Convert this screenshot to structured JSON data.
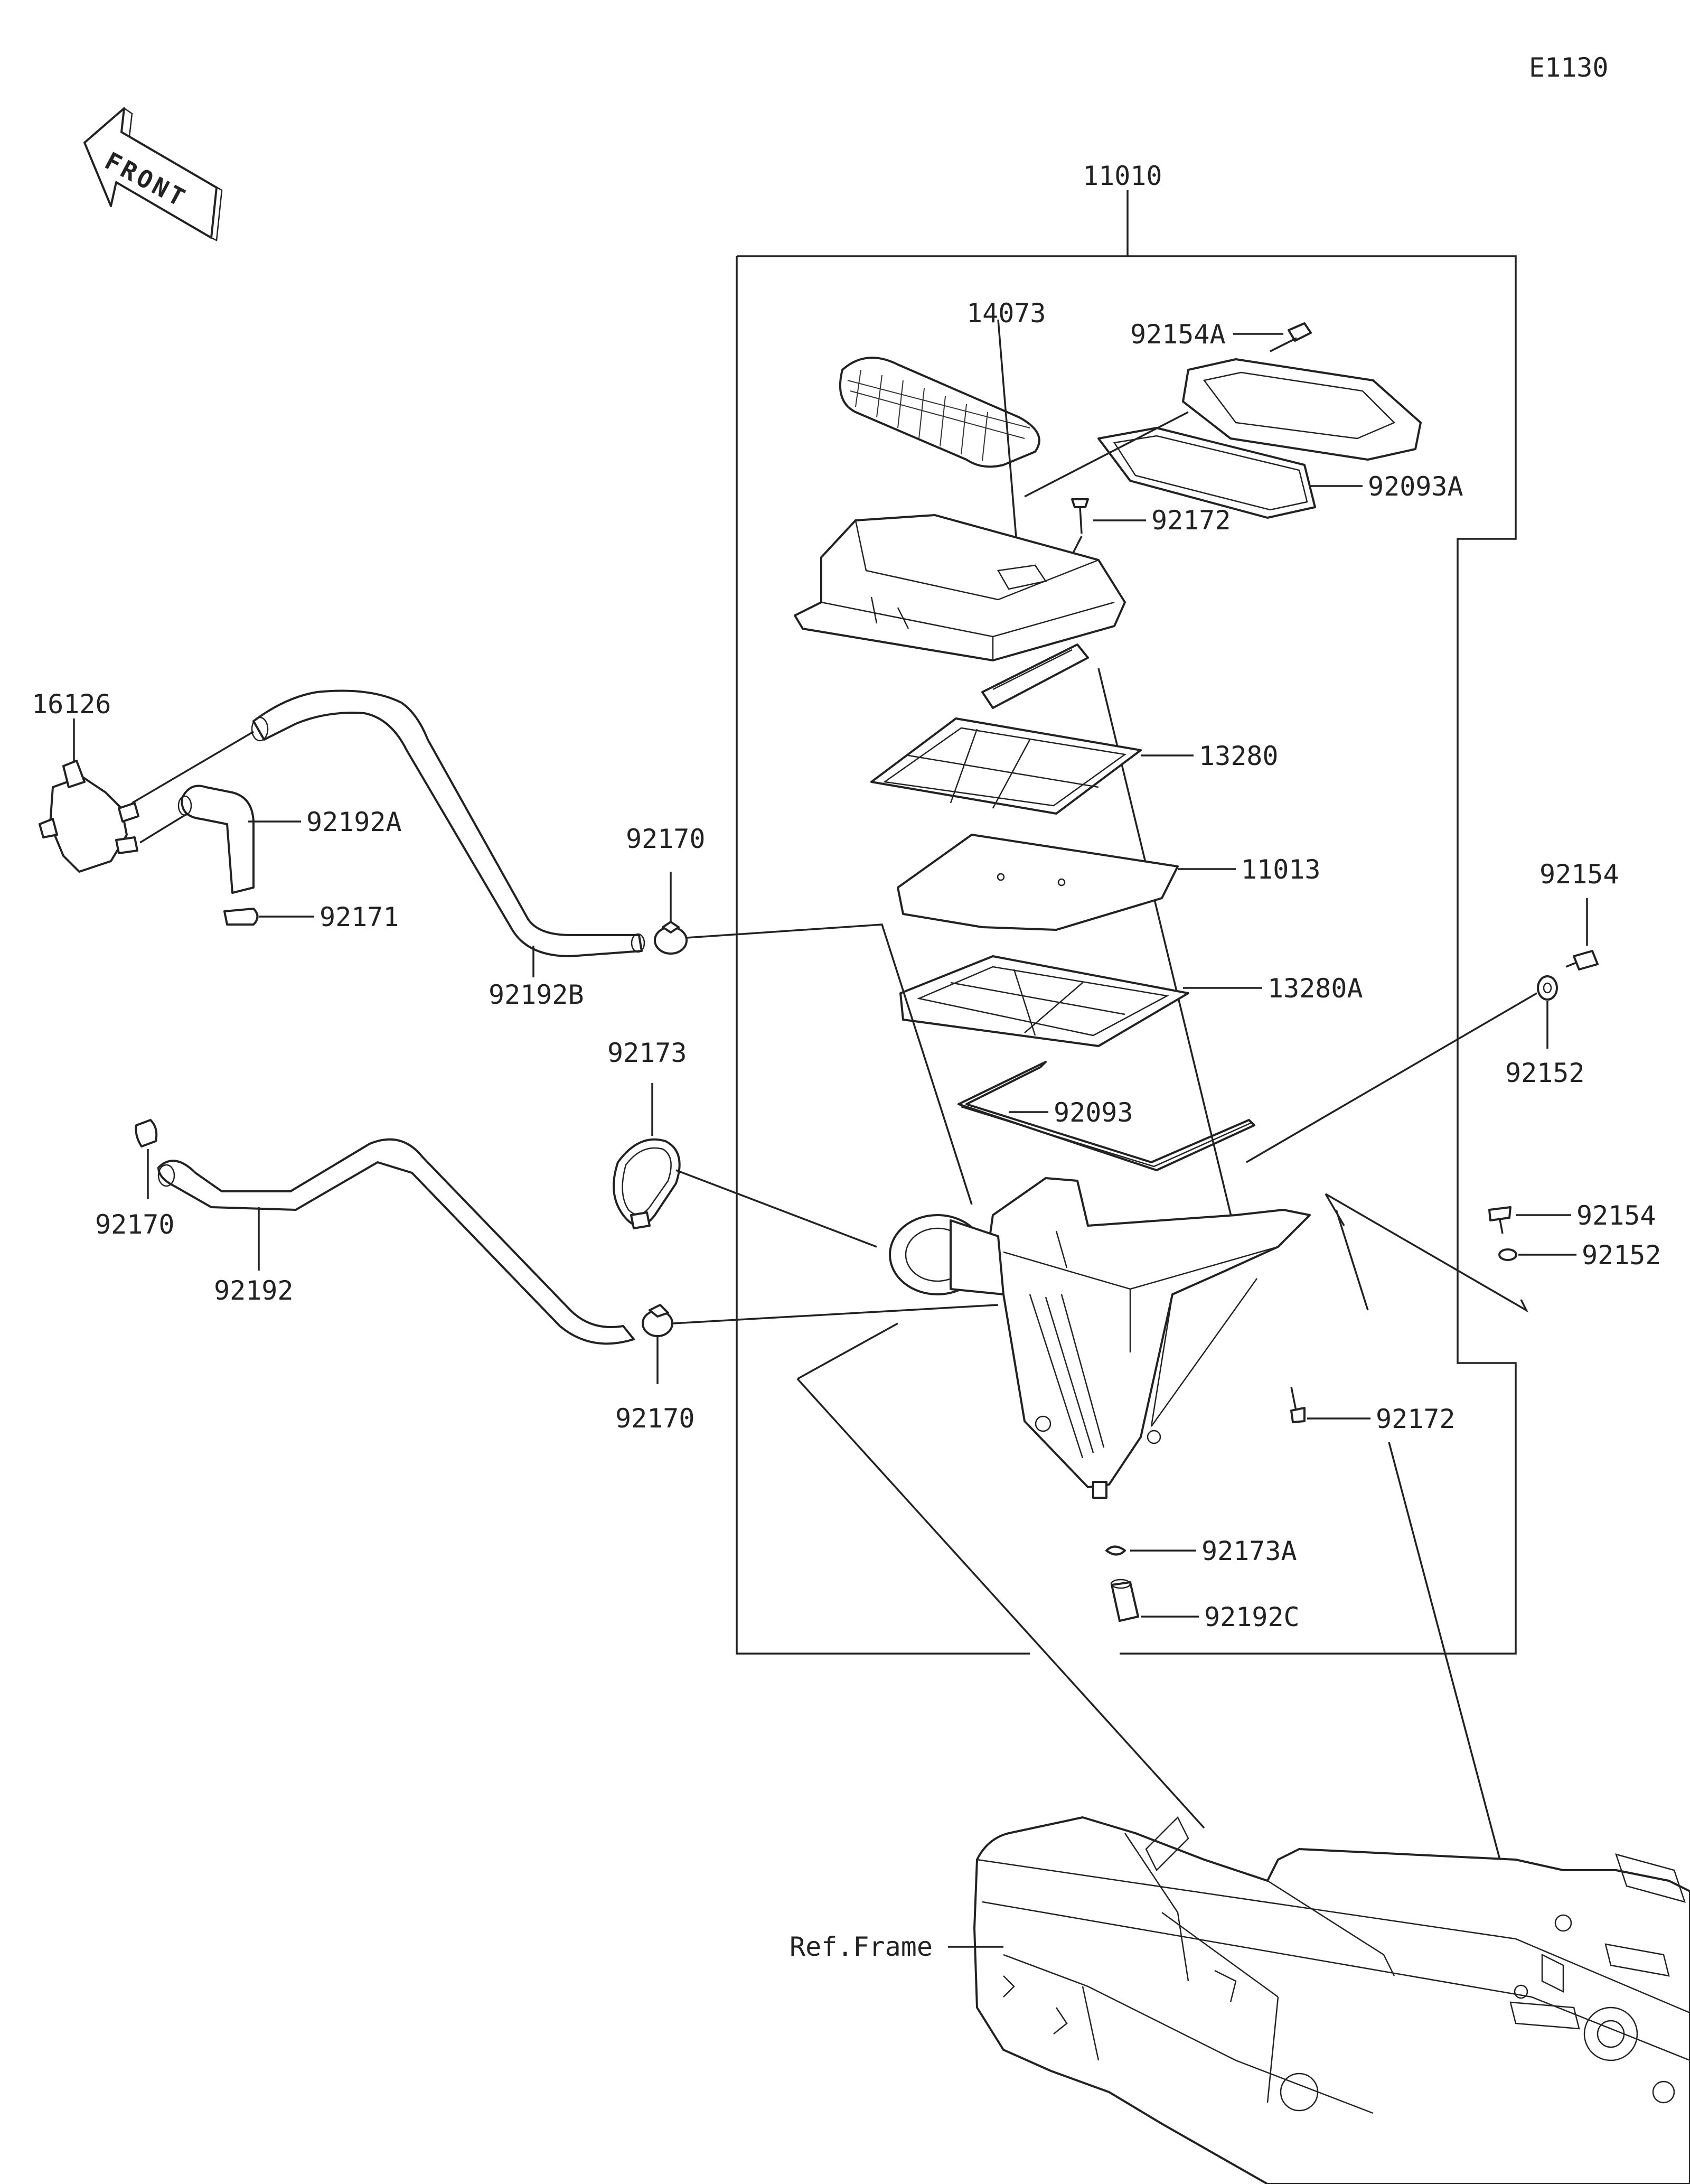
{
  "diagram": {
    "page_code": "E1130",
    "front_label": "FRONT",
    "ref_frame_label": "Ref.Frame",
    "assembly_number": "11010",
    "parts": [
      {
        "id": "p14073",
        "number": "14073"
      },
      {
        "id": "p92154A",
        "number": "92154A"
      },
      {
        "id": "p92093A",
        "number": "92093A"
      },
      {
        "id": "p92172_top",
        "number": "92172"
      },
      {
        "id": "p13280",
        "number": "13280"
      },
      {
        "id": "p11013",
        "number": "11013"
      },
      {
        "id": "p13280A",
        "number": "13280A"
      },
      {
        "id": "p92093",
        "number": "92093"
      },
      {
        "id": "p92154_r1",
        "number": "92154"
      },
      {
        "id": "p92152_r1",
        "number": "92152"
      },
      {
        "id": "p92154_r2",
        "number": "92154"
      },
      {
        "id": "p92152_r2",
        "number": "92152"
      },
      {
        "id": "p92172_bot",
        "number": "92172"
      },
      {
        "id": "p92173A",
        "number": "92173A"
      },
      {
        "id": "p92192C",
        "number": "92192C"
      },
      {
        "id": "p16126",
        "number": "16126"
      },
      {
        "id": "p92192A",
        "number": "92192A"
      },
      {
        "id": "p92171",
        "number": "92171"
      },
      {
        "id": "p92192B",
        "number": "92192B"
      },
      {
        "id": "p92170_top",
        "number": "92170"
      },
      {
        "id": "p92173",
        "number": "92173"
      },
      {
        "id": "p92170_left",
        "number": "92170"
      },
      {
        "id": "p92192",
        "number": "92192"
      },
      {
        "id": "p92170_bot",
        "number": "92170"
      }
    ]
  }
}
